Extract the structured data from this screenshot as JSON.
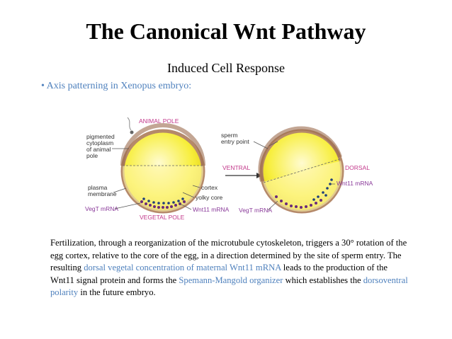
{
  "title": "The Canonical Wnt Pathway",
  "subtitle": "Induced Cell Response",
  "bullet": "• Axis patterning in Xenopus embryo:",
  "figure": {
    "labels": {
      "animal_pole": "ANIMAL POLE",
      "vegetal_pole": "VEGETAL POLE",
      "pigmented_1": "pigmented",
      "pigmented_2": "cytoplasm",
      "pigmented_3": "of animal",
      "pigmented_4": "pole",
      "plasma_1": "plasma",
      "plasma_2": "membrane",
      "cortex": "cortex",
      "yolky_core": "yolky core",
      "vegt_left": "VegT mRNA",
      "wnt11_left": "Wnt11 mRNA",
      "sperm_1": "sperm",
      "sperm_2": "entry point",
      "ventral": "VENTRAL",
      "dorsal": "DORSAL",
      "wnt11_right": "Wnt11 mRNA",
      "vegt_right": "VegT mRNA"
    },
    "colors": {
      "pink": "#c2378a",
      "purple": "#8a3a9a",
      "yolk": "#f7ee3a",
      "cortex": "#b5896a"
    }
  },
  "caption": {
    "p1": "Fertilization, through a reorganization of the microtubule cytoskeleton, triggers a 30° rotation of the egg cortex, relative to the core of the egg, in a direction determined by the site of sperm entry. The resulting ",
    "h1": "dorsal vegetal concentration of maternal Wnt11 mRNA",
    "p2": " leads to the production of the Wnt11 signal protein and forms the ",
    "h2": "Spemann-Mangold organizer",
    "p3": " which establishes the ",
    "h3": "dorsoventral polarity",
    "p4": " in the future embryo."
  }
}
